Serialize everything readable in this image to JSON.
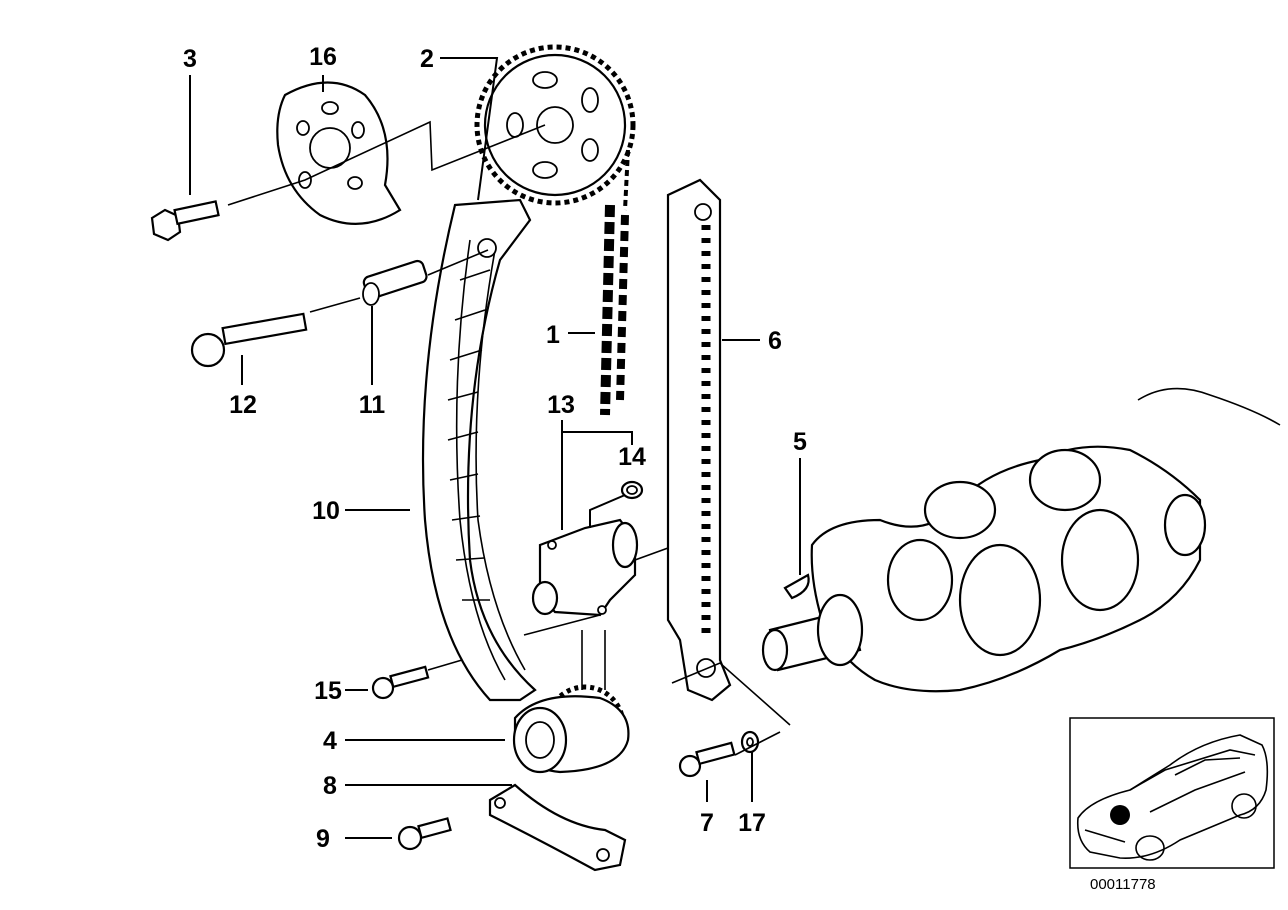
{
  "callouts": [
    {
      "id": "c1",
      "text": "1"
    },
    {
      "id": "c2",
      "text": "2"
    },
    {
      "id": "c3",
      "text": "3"
    },
    {
      "id": "c4",
      "text": "4"
    },
    {
      "id": "c5",
      "text": "5"
    },
    {
      "id": "c6",
      "text": "6"
    },
    {
      "id": "c7",
      "text": "7"
    },
    {
      "id": "c8",
      "text": "8"
    },
    {
      "id": "c9",
      "text": "9"
    },
    {
      "id": "c10",
      "text": "10"
    },
    {
      "id": "c11",
      "text": "11"
    },
    {
      "id": "c12",
      "text": "12"
    },
    {
      "id": "c13",
      "text": "13"
    },
    {
      "id": "c14",
      "text": "14"
    },
    {
      "id": "c15",
      "text": "15"
    },
    {
      "id": "c16",
      "text": "16"
    },
    {
      "id": "c17",
      "text": "17"
    }
  ],
  "reference_number": "00011778",
  "line_color": "#000000",
  "background_color": "#ffffff",
  "locator_dot_color": "#000000"
}
